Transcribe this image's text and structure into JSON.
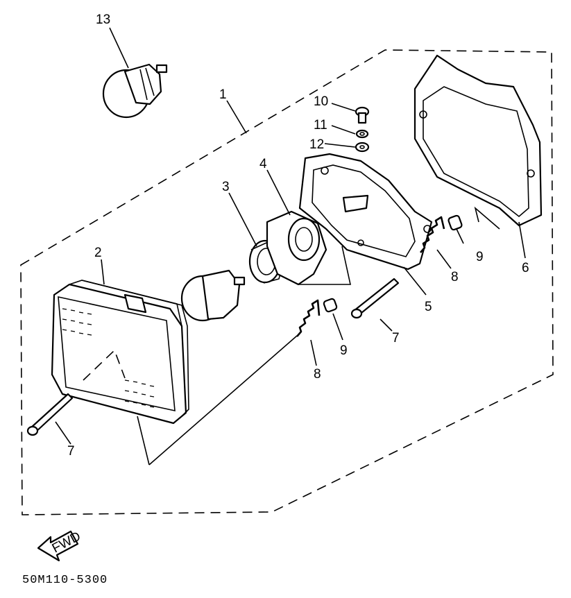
{
  "diagram": {
    "part_code": "50M110-5300",
    "fwd_label": "FWD",
    "callouts": {
      "c1": "1",
      "c2": "2",
      "c3": "3",
      "c4": "4",
      "c5": "5",
      "c6": "6",
      "c7a": "7",
      "c7b": "7",
      "c8a": "8",
      "c8b": "8",
      "c9a": "9",
      "c9b": "9",
      "c10": "10",
      "c11": "11",
      "c12": "12",
      "c13": "13"
    }
  }
}
